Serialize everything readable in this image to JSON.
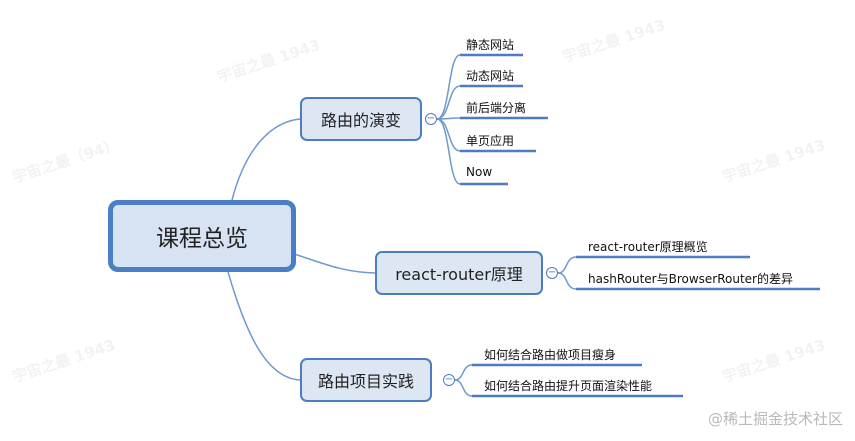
{
  "mindmap": {
    "root": "课程总览",
    "branches": [
      {
        "label": "路由的演变",
        "children": [
          "静态网站",
          "动态网站",
          "前后端分离",
          "单页应用",
          "Now"
        ]
      },
      {
        "label": "react-router原理",
        "children": [
          "react-router原理概览",
          "hashRouter与BrowserRouter的差异"
        ]
      },
      {
        "label": "路由项目实践",
        "children": [
          "如何结合路由做项目瘦身",
          "如何结合路由提升页面渲染性能"
        ]
      }
    ],
    "collapse_glyph": "−"
  },
  "colors": {
    "line": "#6f99cd",
    "border": "#4d7cc0",
    "fill": "#dde7f4"
  },
  "watermarks": [
    "宇宙之最 1943",
    "宇宙之最 1943",
    "宇宙之最（94）",
    "宇宙之最 1943",
    "宇宙之最 1943",
    "宇宙之最 1943"
  ],
  "brand": "@稀土掘金技术社区"
}
